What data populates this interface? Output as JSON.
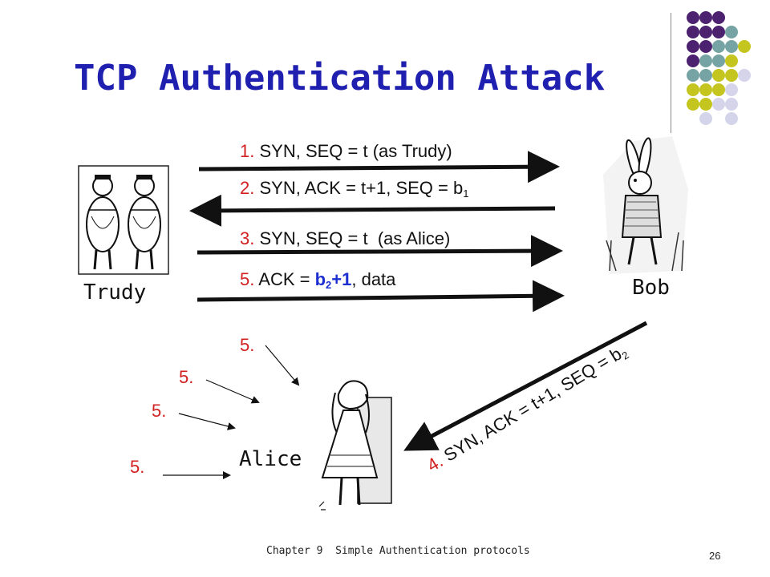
{
  "title": "TCP Authentication Attack",
  "messages": {
    "m1": {
      "num": "1.",
      "text": "SYN, SEQ = t (as Trudy)"
    },
    "m2": {
      "num": "2.",
      "text": "SYN, ACK = t+1, SEQ = b",
      "sub": "1"
    },
    "m3": {
      "num": "3.",
      "text": "SYN, SEQ = t  (as Alice)"
    },
    "m5": {
      "num": "5.",
      "pre": "ACK = ",
      "highlight": "b",
      "highlight_sub": "2",
      "highlight_post": "+1",
      "post": ", data"
    },
    "m4": {
      "num": "4.",
      "text": "SYN, ACK = t+1, SEQ = b",
      "sub": "2"
    }
  },
  "labels": {
    "trudy": "Trudy",
    "bob": "Bob",
    "alice": "Alice"
  },
  "fives": [
    "5.",
    "5.",
    "5.",
    "5."
  ],
  "footer": "Chapter 9  Simple Authentication protocols",
  "page_number": "26",
  "colors": {
    "title": "#1f1fb0",
    "number": "#d22020",
    "highlight": "#1d2fd0",
    "dot_purple": "#4b2170",
    "dot_teal": "#76a3a3",
    "dot_yellow": "#c5c51f",
    "dot_lavender": "#d4d4ea"
  }
}
